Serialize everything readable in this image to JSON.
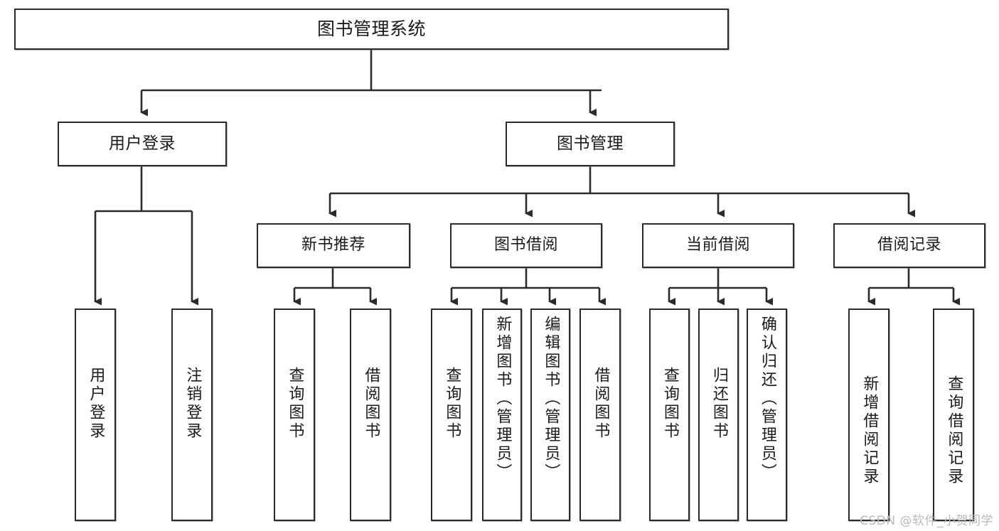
{
  "diagram": {
    "title": "图书管理系统",
    "type": "tree",
    "orientation": "top-down",
    "watermark": "CSDN @软件_小贺同学",
    "colors": {
      "box_border": "#2b2b2b",
      "box_fill": "#ffffff",
      "edge": "#2b2b2b",
      "text": "#1a1a1a",
      "watermark": "#b9b9b9",
      "background": "#ffffff"
    },
    "nodes": {
      "root": {
        "label": "图书管理系统",
        "level": 1
      },
      "user_login": {
        "label": "用户登录",
        "level": 2
      },
      "book_manage": {
        "label": "图书管理",
        "level": 2
      },
      "new_book_rec": {
        "label": "新书推荐",
        "level": 3
      },
      "book_borrow": {
        "label": "图书借阅",
        "level": 3
      },
      "current_borrow": {
        "label": "当前借阅",
        "level": 3
      },
      "borrow_record": {
        "label": "借阅记录",
        "level": 3
      },
      "leaf_user_login": {
        "label": "用户登录",
        "level": 4
      },
      "leaf_logout": {
        "label": "注销登录",
        "level": 4
      },
      "leaf_query_book_a": {
        "label": "查询图书",
        "level": 4
      },
      "leaf_borrow_book_a": {
        "label": "借阅图书",
        "level": 4
      },
      "leaf_query_book_b": {
        "label": "查询图书",
        "level": 4
      },
      "leaf_add_book": {
        "label": "新增图书（管理员）",
        "level": 4
      },
      "leaf_edit_book": {
        "label": "编辑图书（管理员）",
        "level": 4
      },
      "leaf_borrow_book_b": {
        "label": "借阅图书",
        "level": 4
      },
      "leaf_query_book_c": {
        "label": "查询图书",
        "level": 4
      },
      "leaf_return_book": {
        "label": "归还图书",
        "level": 4
      },
      "leaf_confirm_return": {
        "label": "确认归还（管理员）",
        "level": 4
      },
      "leaf_add_record": {
        "label": "新增借阅记录",
        "level": 4
      },
      "leaf_query_record": {
        "label": "查询借阅记录",
        "level": 4
      }
    },
    "edges": [
      {
        "from": "root",
        "to": "user_login"
      },
      {
        "from": "root",
        "to": "book_manage"
      },
      {
        "from": "user_login",
        "to": "leaf_user_login"
      },
      {
        "from": "user_login",
        "to": "leaf_logout"
      },
      {
        "from": "book_manage",
        "to": "new_book_rec"
      },
      {
        "from": "book_manage",
        "to": "book_borrow"
      },
      {
        "from": "book_manage",
        "to": "current_borrow"
      },
      {
        "from": "book_manage",
        "to": "borrow_record"
      },
      {
        "from": "new_book_rec",
        "to": "leaf_query_book_a"
      },
      {
        "from": "new_book_rec",
        "to": "leaf_borrow_book_a"
      },
      {
        "from": "book_borrow",
        "to": "leaf_query_book_b"
      },
      {
        "from": "book_borrow",
        "to": "leaf_add_book"
      },
      {
        "from": "book_borrow",
        "to": "leaf_edit_book"
      },
      {
        "from": "book_borrow",
        "to": "leaf_borrow_book_b"
      },
      {
        "from": "current_borrow",
        "to": "leaf_query_book_c"
      },
      {
        "from": "current_borrow",
        "to": "leaf_return_book"
      },
      {
        "from": "current_borrow",
        "to": "leaf_confirm_return"
      },
      {
        "from": "borrow_record",
        "to": "leaf_add_record"
      },
      {
        "from": "borrow_record",
        "to": "leaf_query_record"
      }
    ]
  }
}
